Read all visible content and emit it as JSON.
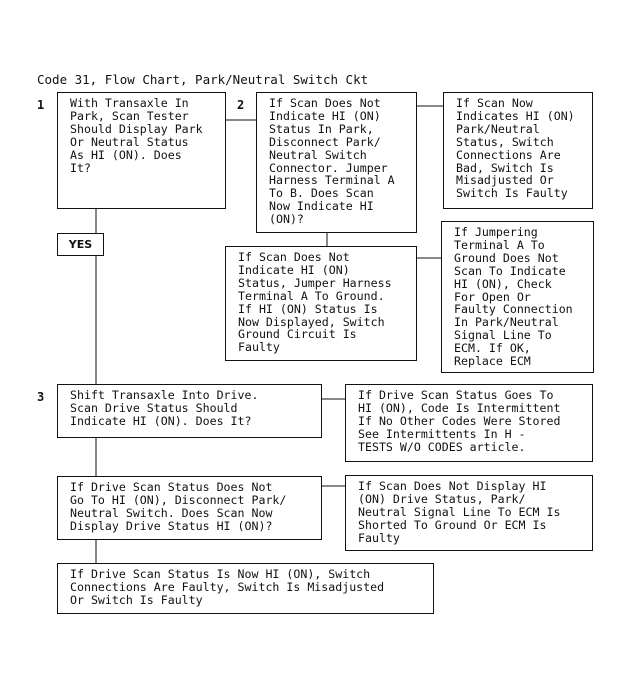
{
  "title": "Code 31, Flow Chart, Park/Neutral Switch Ckt",
  "steps": {
    "s1": "1",
    "s2": "2",
    "s3": "3"
  },
  "yes_label": "YES",
  "boxes": {
    "b1": "With Transaxle In\nPark, Scan Tester\nShould Display Park\nOr Neutral Status\nAs HI (ON). Does\nIt?",
    "b2": "If Scan Does Not\nIndicate HI (ON)\nStatus In Park,\nDisconnect Park/\nNeutral Switch\nConnector. Jumper\nHarness Terminal A\nTo B. Does Scan\nNow Indicate HI\n(ON)?",
    "b2_yes": "If Scan Now\nIndicates HI (ON)\nPark/Neutral\nStatus, Switch\nConnections Are\nBad, Switch Is\nMisadjusted Or\nSwitch Is Faulty",
    "b2_no": "If Scan Does Not\nIndicate HI (ON)\nStatus, Jumper Harness\nTerminal A To Ground.\nIf HI (ON) Status Is\nNow Displayed, Switch\nGround Circuit Is\nFaulty",
    "b2_no_no": "If Jumpering\nTerminal A To\nGround Does Not\nScan To Indicate\nHI (ON), Check\nFor Open Or\nFaulty Connection\nIn Park/Neutral\nSignal Line To\nECM. If OK,\nReplace ECM",
    "b3": "Shift Transaxle Into Drive.\nScan Drive Status Should\nIndicate HI (ON). Does It?",
    "b3_yes": "If Drive Scan Status Goes To\nHI (ON), Code Is Intermittent\nIf No Other Codes Were Stored\nSee Intermittents In H -\nTESTS W/O CODES article.",
    "b3_no": "If Drive Scan Status Does Not\nGo To HI (ON), Disconnect Park/\nNeutral Switch. Does Scan Now\nDisplay Drive Status HI (ON)?",
    "b3_no_no": "If Scan Does Not Display HI\n(ON) Drive Status, Park/\nNeutral Signal Line To ECM Is\nShorted To Ground Or ECM Is\nFaulty",
    "b3_final": "If Drive Scan Status Is Now HI (ON), Switch\nConnections Are Faulty, Switch Is Misadjusted\nOr Switch Is Faulty"
  }
}
